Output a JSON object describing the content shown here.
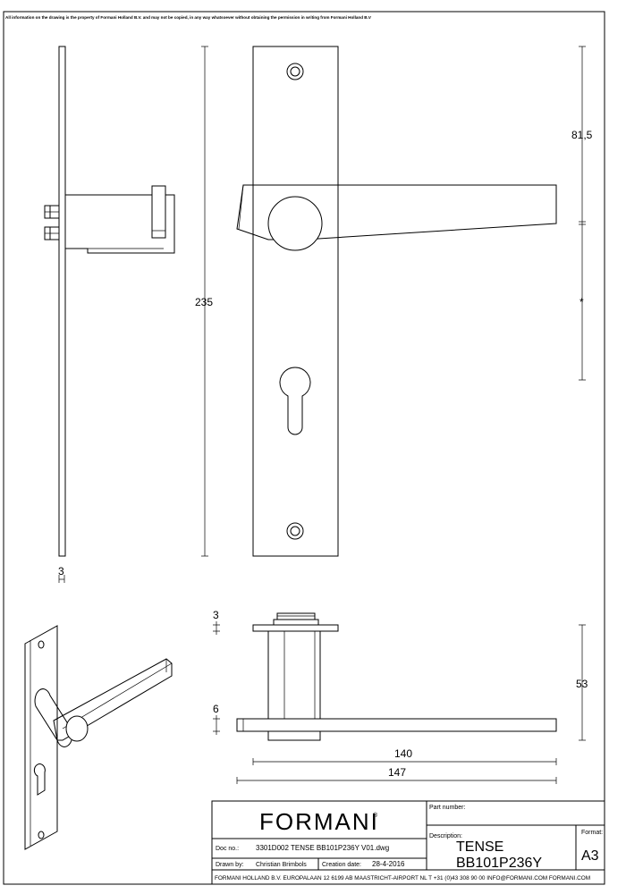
{
  "disclaimer": "All information on the drawing is the property of Formani Holland B.V. and may not be copied, in any way whatsoever without obtaining the permission in writing from Formani Holland B.V",
  "dimensions": {
    "side_thickness": "3",
    "height_total": "235",
    "top_to_handle": "81,5",
    "asterisk": "*",
    "rose_thickness": "3",
    "lever_thickness": "6",
    "projection": "53",
    "lever_length": "140",
    "lever_total": "147"
  },
  "title_block": {
    "brand": "FORMANI",
    "brand_mark": "®",
    "part_number_label": "Part number:",
    "description_label": "Description:",
    "description_line1": "TENSE",
    "description_line2": "BB101P236Y",
    "format_label": "Format:",
    "format_value": "A3",
    "doc_no_label": "Doc no.:",
    "doc_no_value": "3301D002 TENSE BB101P236Y V01.dwg",
    "drawn_by_label": "Drawn by:",
    "drawn_by_value": "Christian Brimbols",
    "creation_date_label": "Creation date:",
    "creation_date_value": "28-4-2016",
    "footer": "FORMANI HOLLAND B.V.  EUROPALAAN 12  6199 AB MAASTRICHT-AIRPORT NL  T +31 (0)43 308 90 00 INFO@FORMANI.COM FORMANI.COM"
  }
}
